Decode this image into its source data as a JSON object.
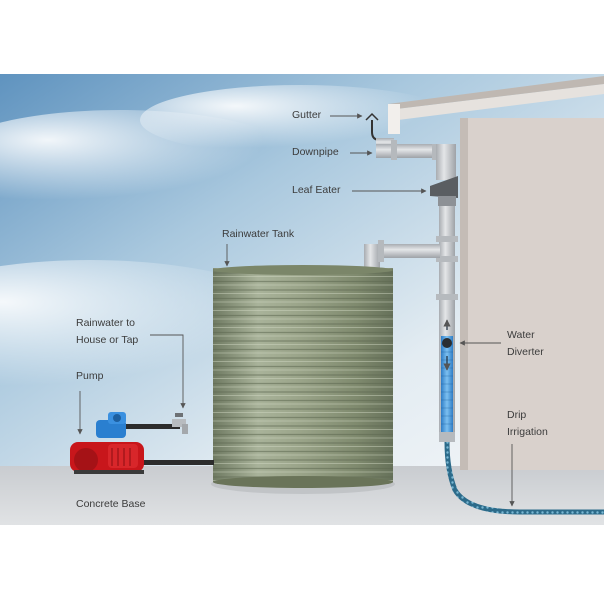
{
  "labels": {
    "gutter": "Gutter",
    "downpipe": "Downpipe",
    "leaf_eater": "Leaf Eater",
    "rainwater_tank": "Rainwater Tank",
    "rainwater_to_house_line1": "Rainwater to",
    "rainwater_to_house_line2": "House or Tap",
    "pump": "Pump",
    "water_diverter_line1": "Water",
    "water_diverter_line2": "Diverter",
    "drip_irrigation_line1": "Drip",
    "drip_irrigation_line2": "Irrigation",
    "concrete_base": "Concrete Base"
  },
  "colors": {
    "sky_light": "#eef3f7",
    "sky_blue": "#8fb7d4",
    "house_wall": "#d9d1cc",
    "ground": "#d3d5d8",
    "tank": "#8f9a7e",
    "pipe": "#c9ccd0",
    "pump_red": "#c8161b",
    "pump_blue": "#2a7fd0",
    "diverter_water": "#4b9be0",
    "irrigation_hose": "#2f6f8f",
    "label_text": "#3c3c3c",
    "leader_line": "#555555"
  },
  "icons": [
    "gutter-icon",
    "downpipe-icon",
    "leaf-eater-icon",
    "water-diverter-icon",
    "tap-icon",
    "pump-icon",
    "rainwater-tank-icon"
  ]
}
